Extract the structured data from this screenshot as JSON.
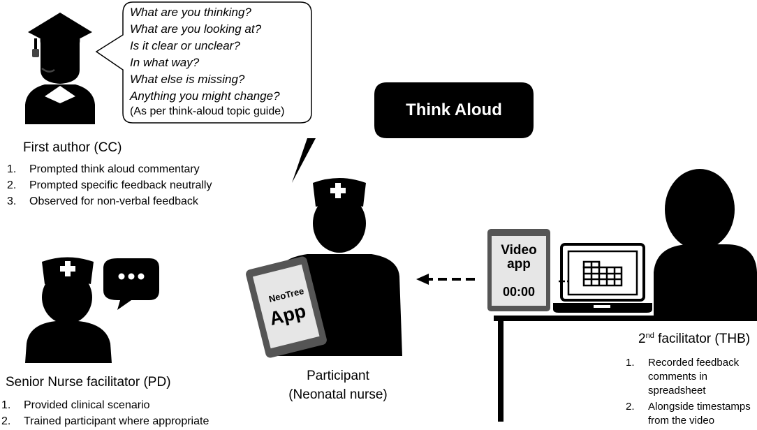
{
  "speech_bubble": {
    "questions": [
      "What are you thinking?",
      "What are you looking at?",
      "Is it clear or unclear?",
      "In what way?",
      "What else is missing?",
      "Anything you might change?"
    ],
    "note": "(As per think-aloud topic guide)"
  },
  "first_author": {
    "title": "First author (CC)",
    "items": [
      {
        "n": "1.",
        "text": "Prompted think aloud commentary"
      },
      {
        "n": "2.",
        "text": "Prompted specific feedback neutrally"
      },
      {
        "n": "3.",
        "text": "Observed for non-verbal feedback"
      }
    ]
  },
  "think_aloud_label": "Think Aloud",
  "senior_nurse": {
    "title": "Senior Nurse facilitator (PD)",
    "items": [
      {
        "n": "1.",
        "text": "Provided clinical scenario"
      },
      {
        "n": "2.",
        "text": "Trained participant where appropriate"
      }
    ]
  },
  "participant": {
    "title_line1": "Participant",
    "title_line2": "(Neonatal nurse)",
    "tablet_brand": "NeoTree",
    "tablet_app": "App"
  },
  "video_app": {
    "line1": "Video",
    "line2": "app",
    "time": "00:00"
  },
  "second_facilitator": {
    "title_num": "2",
    "title_sup": "nd",
    "title_rest": " facilitator (THB)",
    "items": [
      {
        "n": "1.",
        "lines": [
          "Recorded feedback",
          "comments in",
          "spreadsheet"
        ]
      },
      {
        "n": "2.",
        "lines": [
          "Alongside timestamps",
          "from the video"
        ]
      }
    ]
  },
  "colors": {
    "figure": "#000000",
    "tablet_frame": "#555555",
    "screen": "#e6e6e6",
    "background": "#ffffff"
  }
}
